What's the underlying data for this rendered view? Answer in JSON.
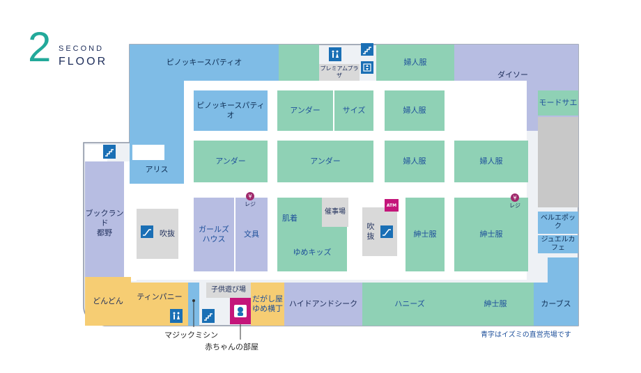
{
  "title": {
    "number": "2",
    "word1": "SECOND",
    "word2": "FLOOR"
  },
  "stores": {
    "pinocchio_top": "ピノッキースパティオ",
    "pinocchio_mid": "ピノッキースパティオ",
    "ladies_top": "婦人服",
    "daiso": "ダイソー",
    "premium": "プレミアムプラザ",
    "under1": "アンダー",
    "size": "サイズ",
    "ladies2": "婦人服",
    "mode": "モードサエ",
    "alice": "アリス",
    "under2": "アンダー",
    "under3": "アンダー",
    "ladies3": "婦人服",
    "ladies4": "婦人服",
    "bookland": "ブックランド\n都野",
    "fukinuke_left": "吹抜",
    "girls_house": "ガールズ\nハウス",
    "bunbogu": "文具",
    "hadagi": "肌着",
    "saijijo": "催事場",
    "yume_kids": "ゆめキッズ",
    "fukinuke_right": "吹\n抜",
    "mens1": "紳士服",
    "mens2": "紳士服",
    "bellepoque": "ベルエポック",
    "jewel_cafe": "ジュエルカフェ",
    "dondon": "どんどん",
    "tinpany": "ティンパニー",
    "kids_play": "子供遊び場",
    "dagashi": "だがし屋\nゆめ横丁",
    "hide_and_seek": "ハイドアンドシーク",
    "honeys": "ハニーズ",
    "mens3": "紳士服",
    "carbs": "カーブス"
  },
  "labels": {
    "reji": "レジ",
    "magic_sewing": "マジックミシン",
    "baby_room": "赤ちゃんの部屋",
    "note": "青字はイズミの直営売場です",
    "atm_mark": "ATM",
    "yen": "¥"
  },
  "colors": {
    "blue": "#7fbce6",
    "green": "#8fd1b5",
    "lavender": "#b7bde2",
    "yellow": "#f6cd73",
    "gray": "#d9d9d9",
    "teal_title": "#22a99a",
    "icon_blue": "#1a6fb5",
    "baby_room_magenta": "#c4157a",
    "text_blue": "#1d4f9a"
  },
  "icons": [
    "restroom-icon",
    "stairs-icon",
    "elevator-icon",
    "escalator-icon",
    "baby-room-icon",
    "register-icon",
    "atm-icon"
  ]
}
